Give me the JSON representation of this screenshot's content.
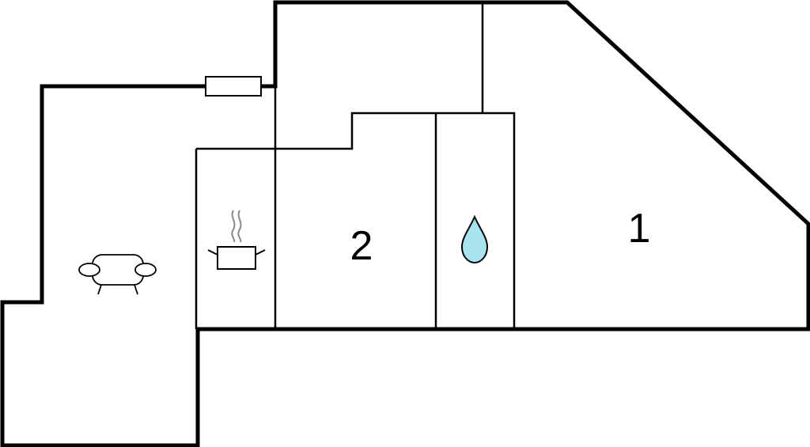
{
  "floorplan": {
    "rooms": [
      {
        "id": "bedroom-1",
        "label": "1"
      },
      {
        "id": "bedroom-2",
        "label": "2"
      },
      {
        "id": "bathroom",
        "label": ""
      },
      {
        "id": "kitchen",
        "label": ""
      },
      {
        "id": "living-room",
        "label": ""
      }
    ],
    "icons": {
      "living": "sofa-icon",
      "kitchen": "cooking-pot-icon",
      "bathroom": "water-drop-icon"
    },
    "colors": {
      "wall": "#000000",
      "background": "#ffffff",
      "water": "#a8e4f0",
      "steam": "#888888"
    }
  }
}
